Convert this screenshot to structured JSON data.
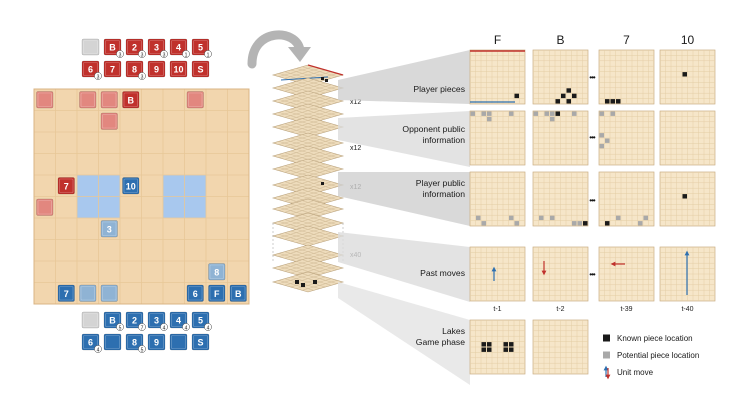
{
  "board": {
    "red_captured_row1": [
      "",
      "B",
      "2",
      "3",
      "4",
      "5"
    ],
    "red_captured_row1_sub": [
      "",
      "3",
      "3",
      "3",
      "1",
      "1"
    ],
    "red_captured_row2": [
      "6",
      "7",
      "8",
      "9",
      "10",
      "S"
    ],
    "red_captured_row2_sub": [
      "3",
      "",
      "3",
      "",
      "",
      ""
    ],
    "blue_captured_row1": [
      "",
      "B",
      "2",
      "3",
      "4",
      "5"
    ],
    "blue_captured_row1_sub": [
      "",
      "5",
      "7",
      "4",
      "4",
      "4"
    ],
    "blue_captured_row2": [
      "6",
      "",
      "8",
      "9",
      "",
      "S"
    ],
    "blue_captured_row2_sub": [
      "4",
      "",
      "5",
      "",
      "",
      ""
    ],
    "red_on_board": [
      {
        "label": "",
        "col": 0,
        "row": 0,
        "hidden": true
      },
      {
        "label": "",
        "col": 2,
        "row": 0,
        "hidden": true
      },
      {
        "label": "",
        "col": 3,
        "row": 0,
        "hidden": true
      },
      {
        "label": "B",
        "col": 4,
        "row": 0,
        "hidden": false
      },
      {
        "label": "",
        "col": 7,
        "row": 0,
        "hidden": true
      },
      {
        "label": "",
        "col": 3,
        "row": 1,
        "hidden": true
      },
      {
        "label": "7",
        "col": 1,
        "row": 4,
        "hidden": false
      },
      {
        "label": "",
        "col": 0,
        "row": 5,
        "hidden": true
      }
    ],
    "blue_on_board": [
      {
        "label": "10",
        "col": 4,
        "row": 4,
        "hidden": false
      },
      {
        "label": "3",
        "col": 3,
        "row": 6,
        "hidden": false
      },
      {
        "label": "8",
        "col": 8,
        "row": 8,
        "hidden": false
      },
      {
        "label": "7",
        "col": 1,
        "row": 9,
        "hidden": false
      },
      {
        "label": "?",
        "col": 2,
        "row": 9,
        "hidden": false
      },
      {
        "label": "?",
        "col": 3,
        "row": 9,
        "hidden": false
      },
      {
        "label": "6",
        "col": 7,
        "row": 9,
        "hidden": false
      },
      {
        "label": "F",
        "col": 8,
        "row": 9,
        "hidden": false
      },
      {
        "label": "B",
        "col": 9,
        "row": 9,
        "hidden": false
      }
    ]
  },
  "stack": {
    "mult_labels": [
      "x12",
      "x12",
      "x12",
      "x40"
    ]
  },
  "column_headers": [
    "F",
    "B",
    "7",
    "10"
  ],
  "ellipsis": "•••",
  "rows": [
    {
      "label": "Player pieces"
    },
    {
      "label": "Opponent public\ninformation"
    },
    {
      "label": "Player public\ninformation"
    },
    {
      "label": "Past moves"
    },
    {
      "label": "Lakes\nGame phase"
    }
  ],
  "time_labels": [
    "t-1",
    "t-2",
    "t-39",
    "t-40"
  ],
  "legend": [
    {
      "label": "Known piece location",
      "swatch": "#1a1a1a"
    },
    {
      "label": "Potential piece location",
      "swatch": "#a9a9a9"
    },
    {
      "label": "Unit move",
      "swatch": "arrow"
    }
  ],
  "colors": {
    "red_piece": "#c0312c",
    "blue_piece": "#2d6fb0",
    "board_tile": "#f2d6ae",
    "lake": "#a8c8ee",
    "grid_panel": "#f6e6c9",
    "known": "#1a1a1a",
    "potential": "#a9a9a9"
  }
}
